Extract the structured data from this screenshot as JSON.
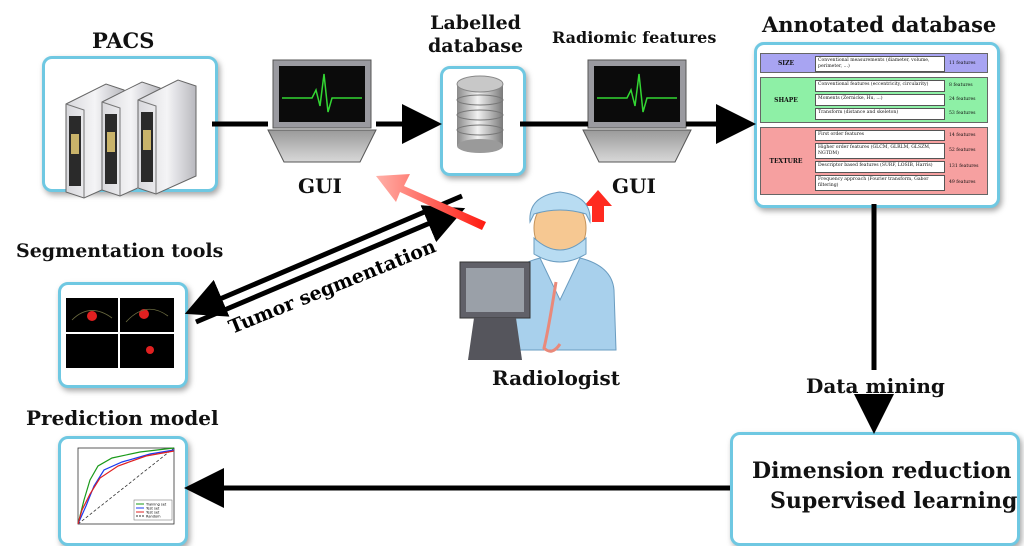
{
  "labels": {
    "pacs": "PACS",
    "labelled_db": "Labelled\ndatabase",
    "radiomic_features": "Radiomic features",
    "annotated_db": "Annotated database",
    "gui_left": "GUI",
    "gui_right": "GUI",
    "segmentation_tools": "Segmentation tools",
    "tumor_segmentation": "Tumor segmentation",
    "radiologist": "Radiologist",
    "data_mining": "Data mining",
    "prediction_model": "Prediction model",
    "dim_reduction": "Dimension reduction",
    "supervised": "Supervised learning"
  },
  "table": {
    "size": {
      "name": "SIZE",
      "rows": [
        {
          "text": "Conventional measurements (diameter, volume, perimeter, ...)",
          "count": "11 features"
        }
      ]
    },
    "shape": {
      "name": "SHAPE",
      "rows": [
        {
          "text": "Conventional features (eccentricity, circularity)",
          "count": "8 features"
        },
        {
          "text": "Moments (Zernicke, Hu, ...)",
          "count": "24 features"
        },
        {
          "text": "Transform (distance and skeleton)",
          "count": "53 features"
        }
      ]
    },
    "texture": {
      "name": "TEXTURE",
      "rows": [
        {
          "text": "First order features",
          "count": "14 features"
        },
        {
          "text": "Higher order features (GLCM, GLRLM, GLSZM, NGTDM)",
          "count": "52 features"
        },
        {
          "text": "Descriptor based features (SURF, LOSIB, Harris)",
          "count": "131 features"
        },
        {
          "text": "Frequency approach (Fourier transform, Gabor filtering)",
          "count": "49 features"
        }
      ]
    },
    "colors": {
      "size": "#a8a4f2",
      "shape": "#8ef0a6",
      "texture": "#f6a0a0"
    }
  },
  "roc_legend": [
    "Training set",
    "Test set",
    "Test set",
    "Random"
  ]
}
